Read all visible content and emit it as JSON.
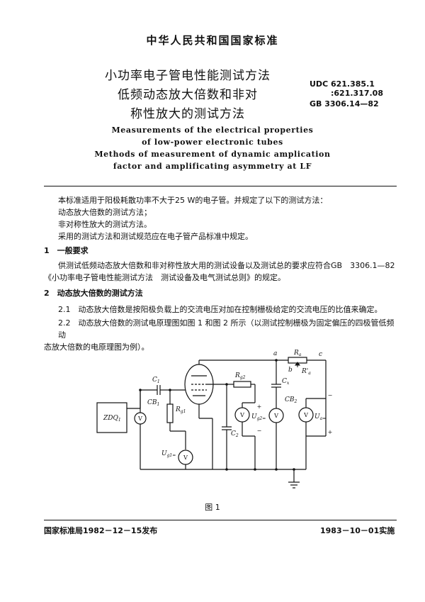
{
  "header": "中华人民共和国国家标准",
  "title_cn": [
    "小功率电子管电性能测试方法",
    "低频动态放大倍数和非对",
    "称性放大的测试方法"
  ],
  "udc": [
    "UDC 621.385.1",
    ":621.317.08"
  ],
  "gb": "GB 3306.14—82",
  "title_en": [
    "Measurements of the electrical properties",
    "of low-power electronic tubes",
    "Methods of measurement of dynamic amplication",
    "factor and amplificating asymmetry at LF"
  ],
  "intro": [
    "本标准适用于阳极耗散功率不大于25 W的电子管。并规定了以下的测试方法：",
    "动态放大倍数的测试方法；",
    "非对称性放大的测试方法。",
    "采用的测试方法和测试规范应在电子管产品标准中规定。"
  ],
  "sec1_title": "1　一般要求",
  "sec1_text": [
    "供测试低频动态放大倍数和非对称性放大用的测试设备以及测试总的要求应符合GB　3306.1—82",
    "《小功率电子管电性能测试方法　测试设备及电气测试总则》的规定。"
  ],
  "sec2_title": "2　动态放大倍数的测试方法",
  "sec2_1": "2.1　动态放大倍数是按阳极负载上的交流电压对加在控制栅极给定的交流电压的比值来确定。",
  "sec2_2": [
    "2.2　动态放大倍数的测试电原理图如图 1 和图 2 所示（以测试控制栅极为固定偏压的四极管低频动",
    "态放大倍数的电原理图为例）。"
  ],
  "figure": {
    "caption": "图 1",
    "labels": {
      "c1": "C",
      "c1_sub": "1",
      "cb1": "CB",
      "cb1_sub": "1",
      "zdq": "ZDQ",
      "zdq_sub": "1",
      "rg1": "R",
      "rg1_sub": "g1",
      "ug1": "U",
      "ug1_sub": "g1=",
      "rg2": "R",
      "rg2_sub": "g2",
      "ug2": "U",
      "ug2_sub": "g2=",
      "c2": "C",
      "c2_sub": "2",
      "cx": "C",
      "cx_sub": "x",
      "ra": "R",
      "ra_sub": "a",
      "ra2": "R'",
      "ra2_sub": "a",
      "cb2": "CB",
      "cb2_sub": "2",
      "ua": "U",
      "ua_sub": "a=",
      "node_a": "a",
      "node_b": "b",
      "node_c": "c",
      "meter": "V",
      "plus": "+",
      "minus": "−"
    }
  },
  "footer_left": "国家标准局1982－12－15发布",
  "footer_right": "1983－10－01实施"
}
